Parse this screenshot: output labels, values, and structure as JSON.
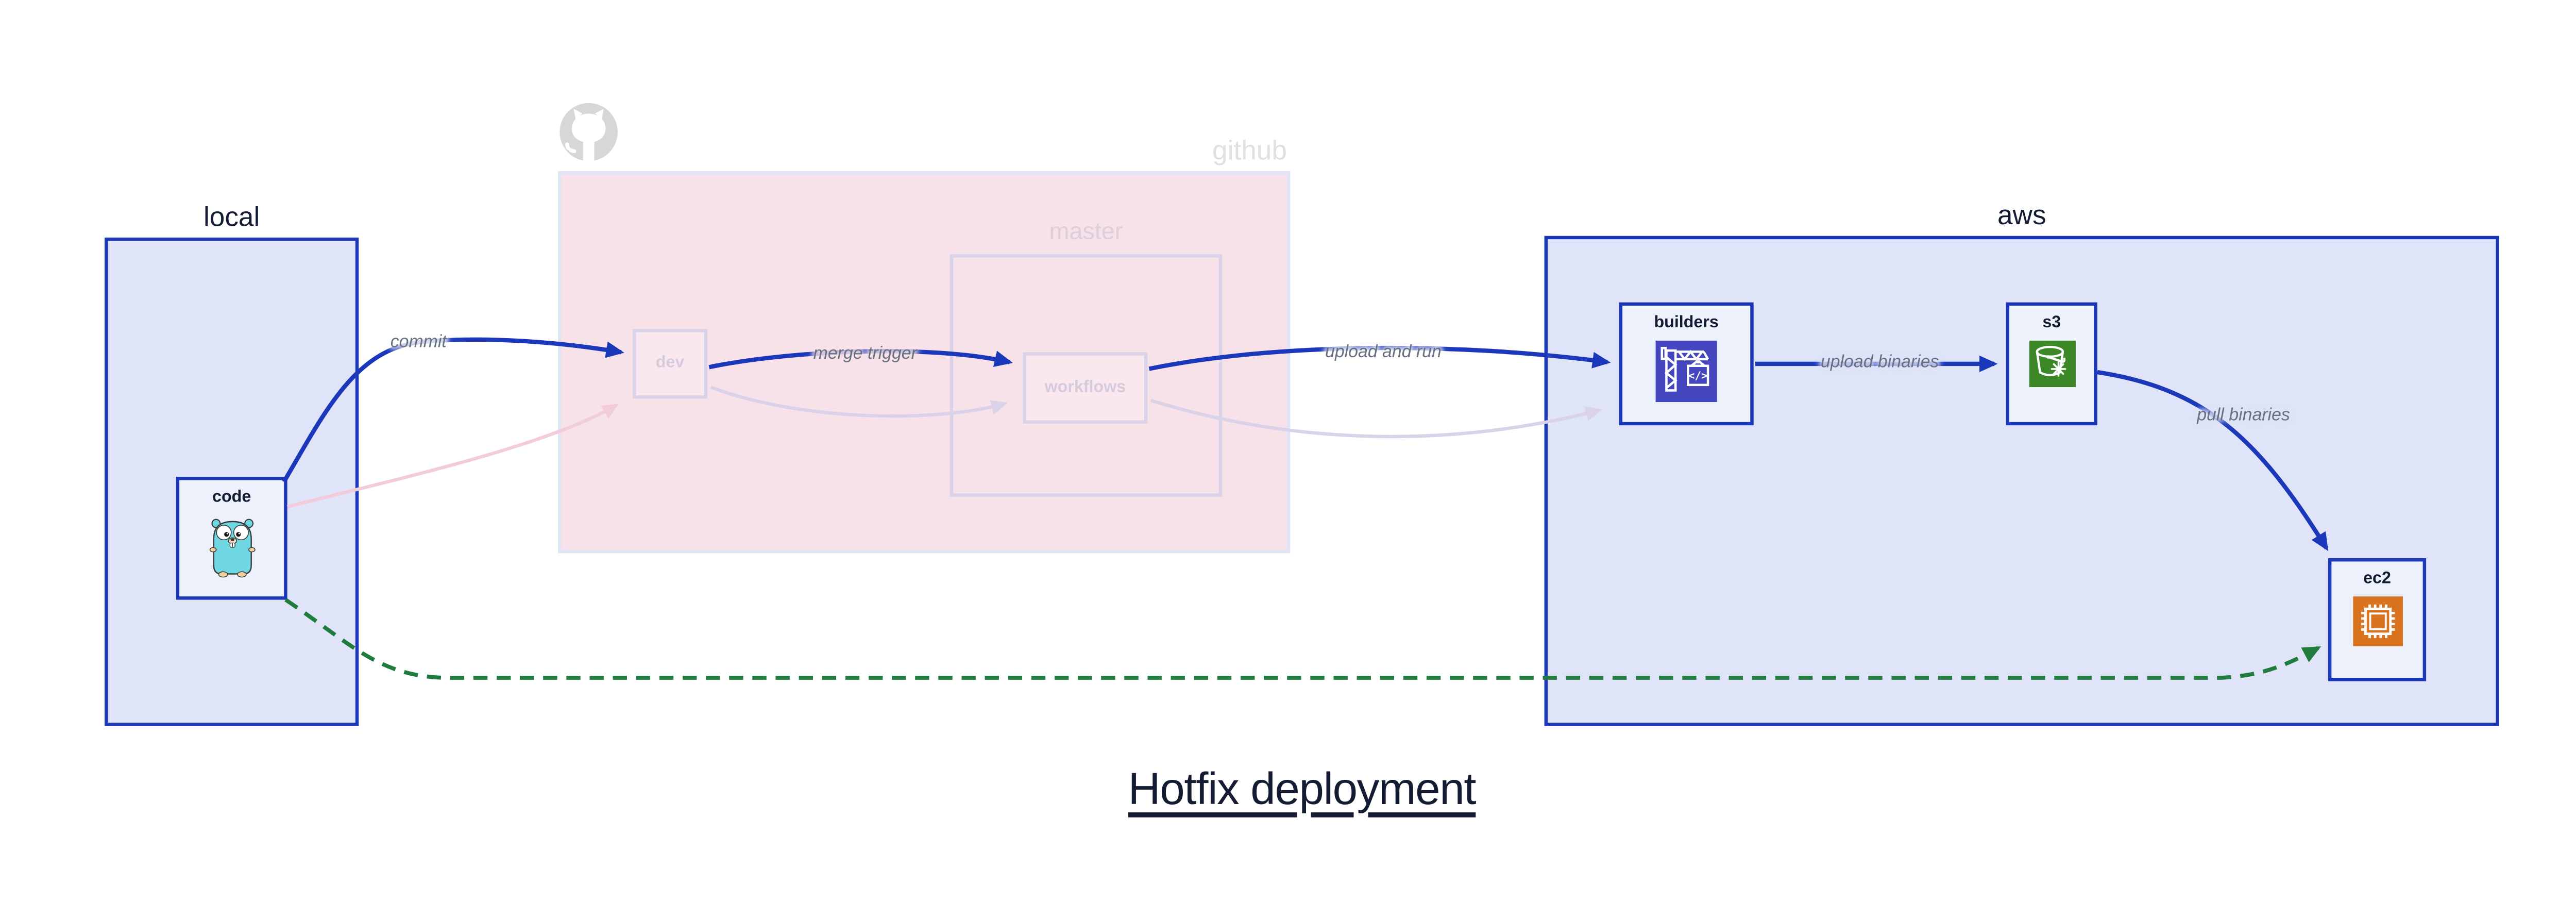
{
  "title": "Hotfix deployment",
  "regions": {
    "local": {
      "label": "local"
    },
    "github": {
      "label": "github",
      "icon": "octocat-icon",
      "state": "faded"
    },
    "master": {
      "label": "master",
      "state": "faded"
    },
    "aws": {
      "label": "aws"
    }
  },
  "nodes": {
    "code": {
      "label": "code",
      "icon": "go-gopher-icon",
      "region": "local"
    },
    "dev": {
      "label": "dev",
      "region": "github",
      "state": "faded"
    },
    "workflows": {
      "label": "workflows",
      "region": "master",
      "state": "faded"
    },
    "builders": {
      "label": "builders",
      "icon": "aws-codebuild-icon",
      "region": "aws"
    },
    "s3": {
      "label": "s3",
      "icon": "aws-s3-bucket-icon",
      "region": "aws"
    },
    "ec2": {
      "label": "ec2",
      "icon": "aws-ec2-chip-icon",
      "region": "aws"
    }
  },
  "edges": {
    "commit": {
      "label": "commit",
      "from": "code",
      "to": "dev",
      "style": "solid-blue"
    },
    "merge_trigger": {
      "label": "merge trigger",
      "from": "dev",
      "to": "workflows",
      "style": "solid-blue"
    },
    "upload_and_run": {
      "label": "upload and run",
      "from": "workflows",
      "to": "builders",
      "style": "solid-blue"
    },
    "upload_binaries": {
      "label": "upload binaries",
      "from": "builders",
      "to": "s3",
      "style": "solid-blue"
    },
    "pull_binaries": {
      "label": "pull binaries",
      "from": "s3",
      "to": "ec2",
      "style": "solid-blue"
    },
    "hotfix_pull": {
      "label": "",
      "from": "code",
      "to": "ec2",
      "style": "dashed-green"
    },
    "faded_code_dev": {
      "label": "",
      "from": "code",
      "to": "dev",
      "style": "faded-pink"
    },
    "faded_dev_workflows": {
      "label": "",
      "from": "dev",
      "to": "workflows",
      "style": "faded-lavender"
    },
    "faded_workflows_builders": {
      "label": "",
      "from": "workflows",
      "to": "builders",
      "style": "faded-lavender"
    }
  },
  "colors": {
    "accent_blue": "#1b38bb",
    "dark_navy": "#141c33",
    "green": "#1f7c3d",
    "region_blue_fill": "#dfe4f8",
    "region_pink_fill": "#f8e2e9",
    "node_fill": "#edf1fb",
    "faded_node_fill": "#f9e8ee",
    "faded_blue_border": "#e0e4f7",
    "faded_lavender": "#d9d2e8",
    "faded_pink": "#f2ccd8",
    "faded_label": "#d4cbdb",
    "master_label_mauve": "#ddcedb",
    "github_label_gray": "#e2dfe1",
    "octocat_gray": "#d7d7d7",
    "edge_label_gray": "#67707f",
    "codebuild_indigo": "#4446c0",
    "s3_green": "#3d8826",
    "ec2_orange": "#d9731f",
    "gopher_teal": "#6fd7e1"
  }
}
